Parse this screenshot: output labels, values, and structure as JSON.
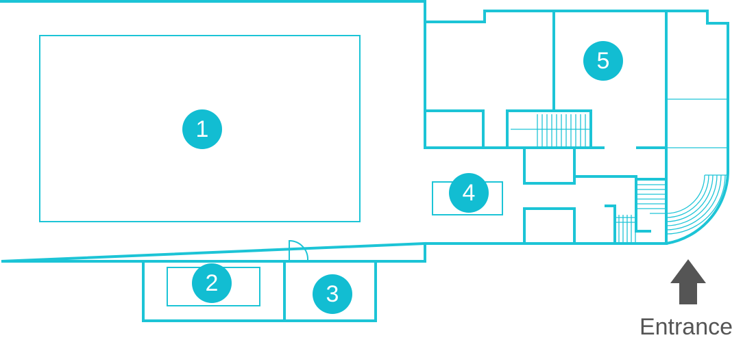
{
  "rooms": [
    {
      "label": "1"
    },
    {
      "label": "2"
    },
    {
      "label": "3"
    },
    {
      "label": "4"
    },
    {
      "label": "5"
    }
  ],
  "entrance": {
    "label": "Entrance",
    "icon": "arrow-up-icon"
  },
  "colors": {
    "accent": "#1cc4d6",
    "badge": "#12bdd2",
    "text": "#555555"
  }
}
